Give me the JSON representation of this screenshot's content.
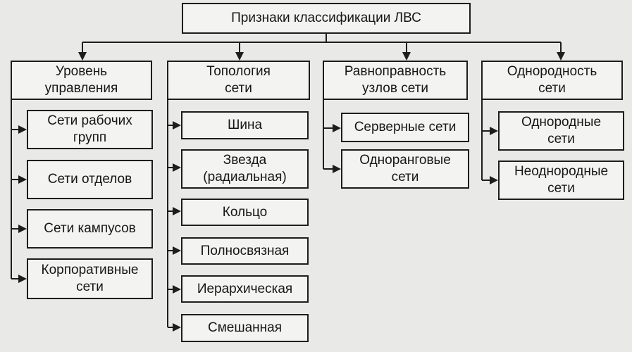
{
  "root": "Признаки классификации ЛВС",
  "columns": [
    {
      "header": "Уровень\nуправления",
      "items": [
        "Сети рабочих\nгрупп",
        "Сети отделов",
        "Сети кампусов",
        "Корпоративные\nсети"
      ]
    },
    {
      "header": "Топология\nсети",
      "items": [
        "Шина",
        "Звезда\n(радиальная)",
        "Кольцо",
        "Полносвязная",
        "Иерархическая",
        "Смешанная"
      ]
    },
    {
      "header": "Равноправность\nузлов сети",
      "items": [
        "Серверные сети",
        "Одноранговые\nсети"
      ]
    },
    {
      "header": "Однородность\nсети",
      "items": [
        "Однородные\nсети",
        "Неоднородные\nсети"
      ]
    }
  ]
}
